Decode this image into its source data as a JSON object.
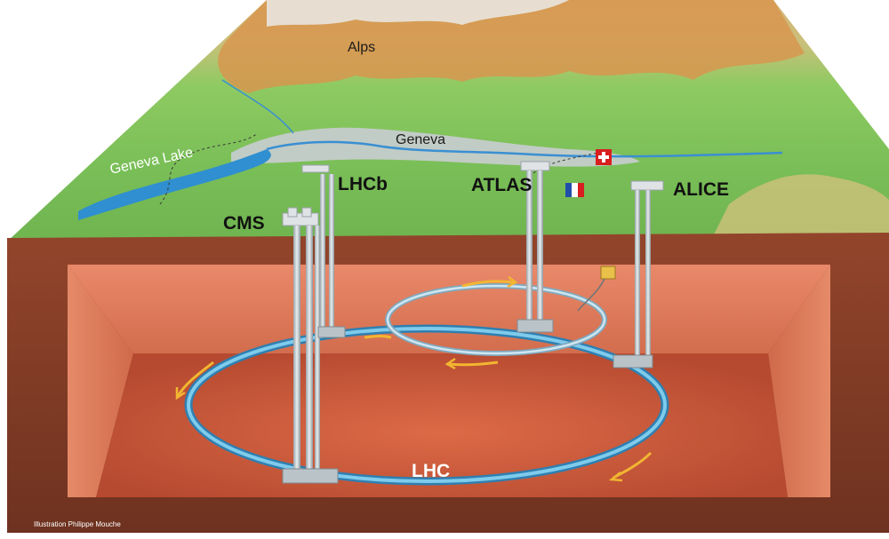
{
  "labels": {
    "alps": "Alps",
    "geneva": "Geneva",
    "geneva_lake": "Geneva Lake",
    "lhcb": "LHCb",
    "atlas": "ATLAS",
    "alice": "ALICE",
    "cms": "CMS",
    "lhc": "LHC",
    "credit": "Illustration Philippe Mouche"
  },
  "colors": {
    "terrain_green": "#7dc35a",
    "mountain_orange": "#d88b3e",
    "lake_blue": "#2f8fd0",
    "earth_brown": "#8a3f26",
    "tunnel_floor": "#c8563a",
    "ring_blue": "#5bb4dc",
    "arrow_yellow": "#f2b632"
  }
}
